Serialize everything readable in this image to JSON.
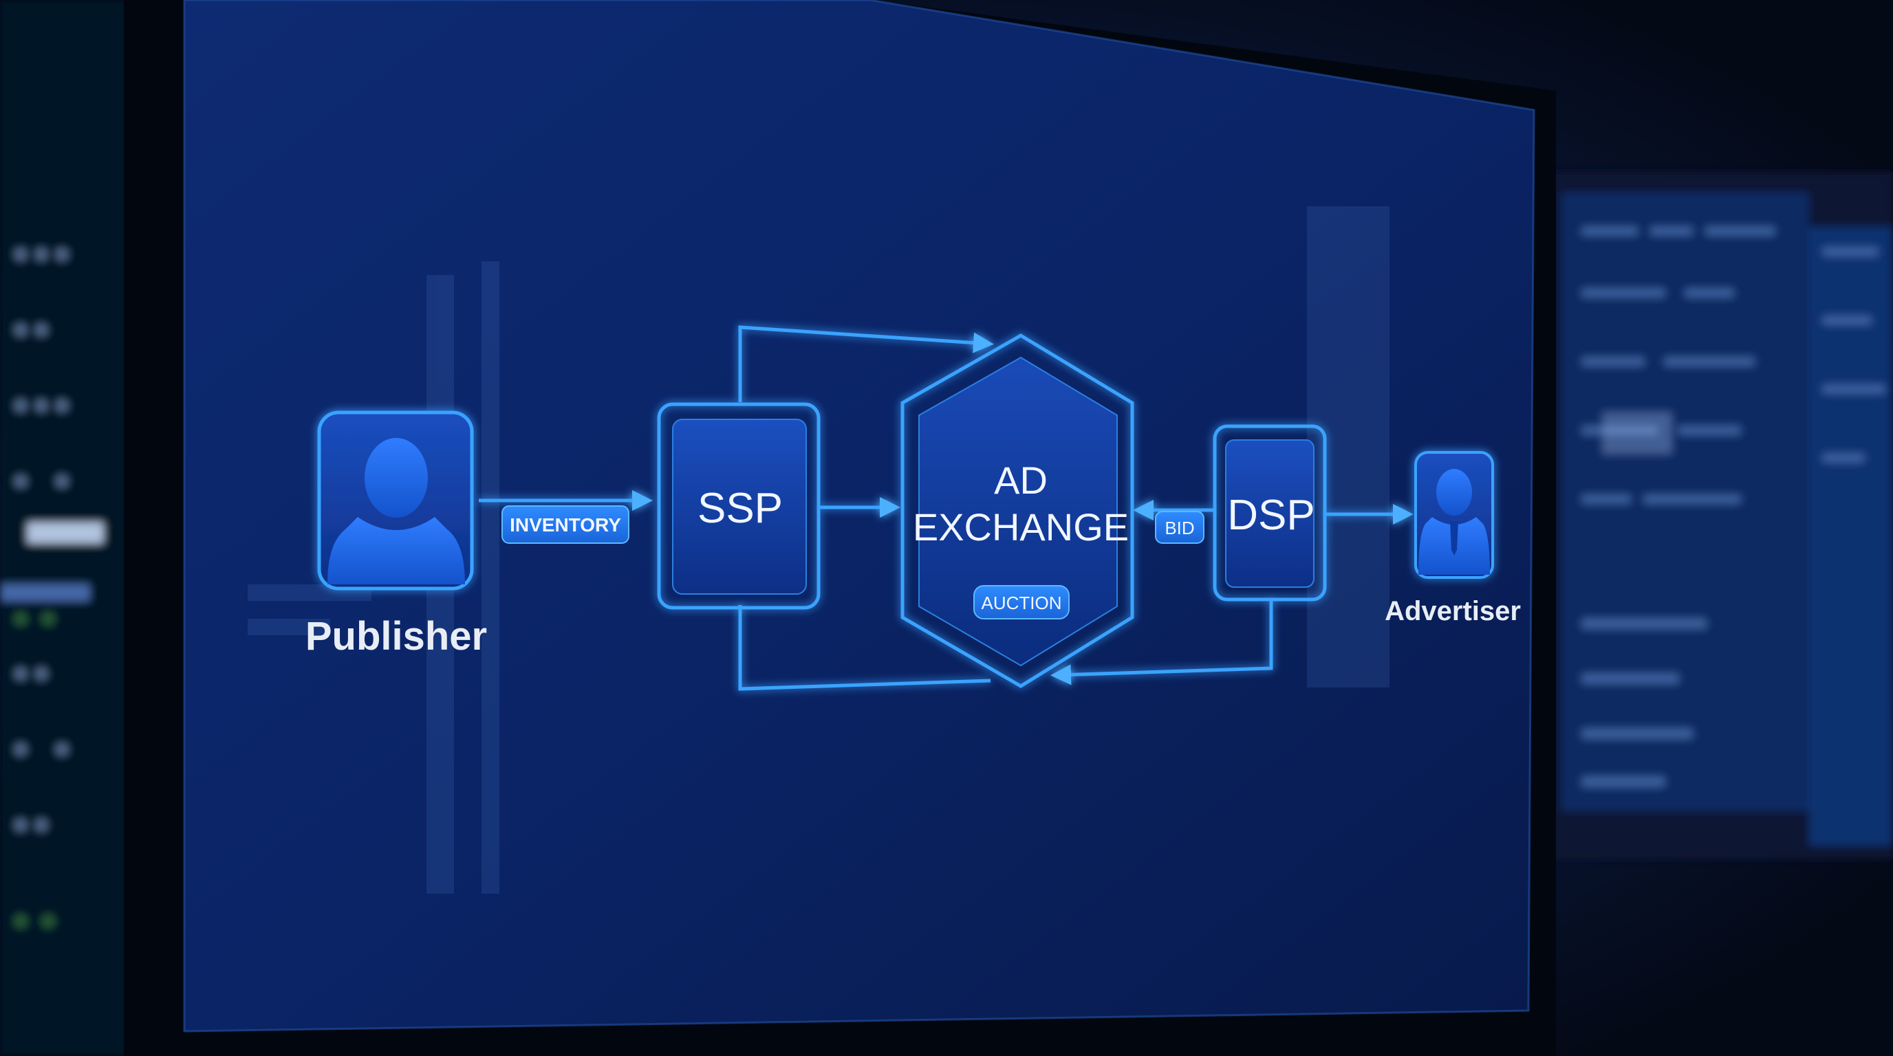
{
  "diagram": {
    "publisher_label": "Publisher",
    "inventory_label": "INVENTORY",
    "ssp_label": "SSP",
    "exchange_line1": "AD",
    "exchange_line2": "EXCHANGE",
    "auction_label": "AUCTION",
    "bid_label": "BID",
    "dsp_label": "DSP",
    "advertiser_label": "Advertiser"
  },
  "colors": {
    "accent": "#3aa3ff",
    "panel": "#0b2f86",
    "background": "#050b1c"
  },
  "icons": [
    "person-silhouette-icon",
    "arrow-right-icon",
    "arrow-left-icon",
    "hexagon-shape"
  ]
}
